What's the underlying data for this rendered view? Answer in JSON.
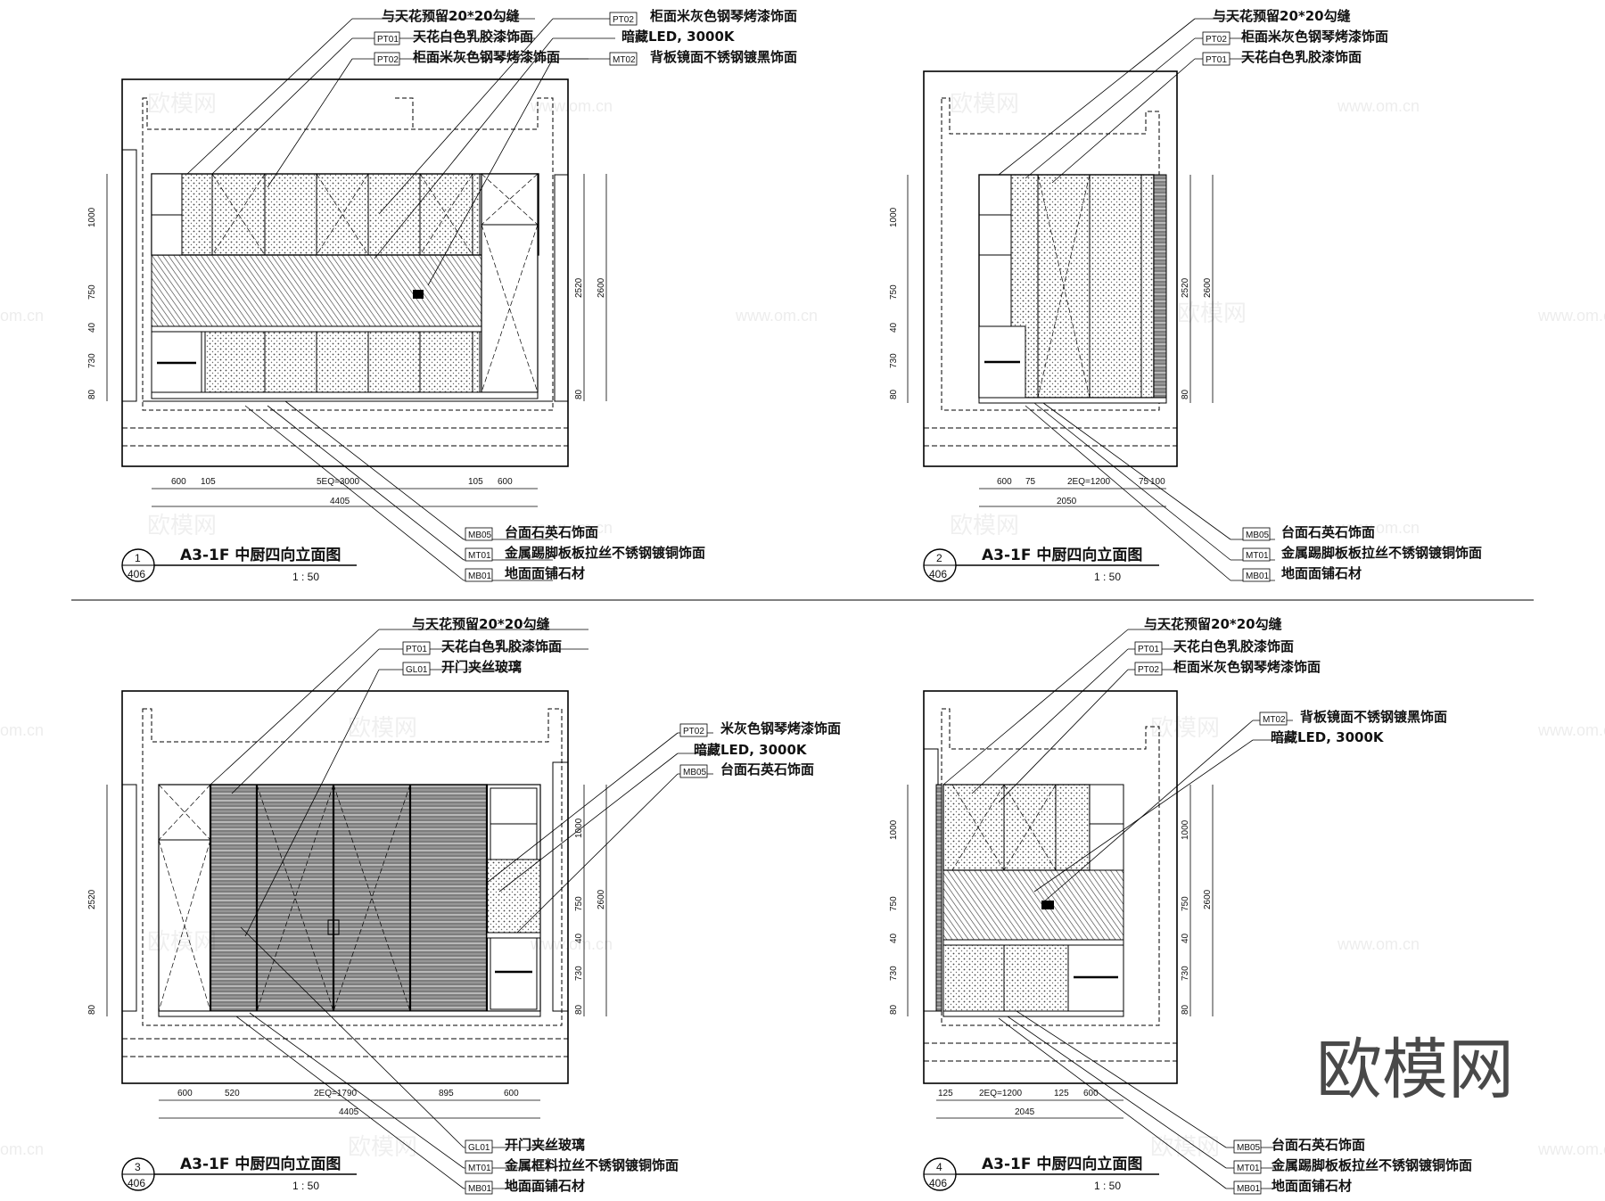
{
  "labels": {
    "gap": "与天花预留20*20勾缝",
    "pt01": "天花白色乳胶漆饰面",
    "pt02_cab": "柜面米灰色钢琴烤漆饰面",
    "pt02_mi": "米灰色钢琴烤漆饰面",
    "led": "暗藏LED, 3000K",
    "mt02": "背板镜面不锈钢镀黑饰面",
    "mb05": "台面石英石饰面",
    "mt01_kick": "金属踢脚板板拉丝不锈钢镀铜饰面",
    "mt01_frame": "金属框料拉丝不锈钢镀铜饰面",
    "mb01": "地面面铺石材",
    "gl01": "开门夹丝玻璃"
  },
  "codes": {
    "pt01": "PT01",
    "pt02": "PT02",
    "mt02": "MT02",
    "mb05": "MB05",
    "mt01": "MT01",
    "mb01": "MB01",
    "gl01": "GL01"
  },
  "title": "A3-1F 中厨四向立面图",
  "scale": "1 : 50",
  "sheet_no": "406",
  "elevations": [
    "1",
    "2",
    "3",
    "4"
  ],
  "dims": {
    "e1_bottom": [
      "600",
      "105",
      "5EQ=3000",
      "105",
      "600"
    ],
    "e1_total": "4405",
    "e1_left": [
      "1000",
      "750",
      "40",
      "730",
      "80"
    ],
    "e1_right": [
      "2520",
      "2600",
      "80"
    ],
    "e2_bottom": [
      "600",
      "75",
      "2EQ=1200",
      "75",
      "100"
    ],
    "e2_total": "2050",
    "e2_left": [
      "1000",
      "750",
      "40",
      "730",
      "80"
    ],
    "e2_right": [
      "2520",
      "2600",
      "80"
    ],
    "e3_bottom": [
      "600",
      "520",
      "2EQ=1790",
      "895",
      "600"
    ],
    "e3_total": "4405",
    "e3_left": [
      "2520",
      "80"
    ],
    "e3_right": [
      "1000",
      "750",
      "40",
      "730",
      "80",
      "2600"
    ],
    "e4_bottom": [
      "125",
      "2EQ=1200",
      "125",
      "600"
    ],
    "e4_total": "2045",
    "e4_left": [
      "1000",
      "750",
      "40",
      "730",
      "80"
    ],
    "e4_right": [
      "1000",
      "750",
      "40",
      "730",
      "80",
      "2600"
    ]
  },
  "watermark": {
    "text": "欧模网",
    "url": "www.om.cn",
    "url_short": "om.cn"
  },
  "brand": "欧模网"
}
